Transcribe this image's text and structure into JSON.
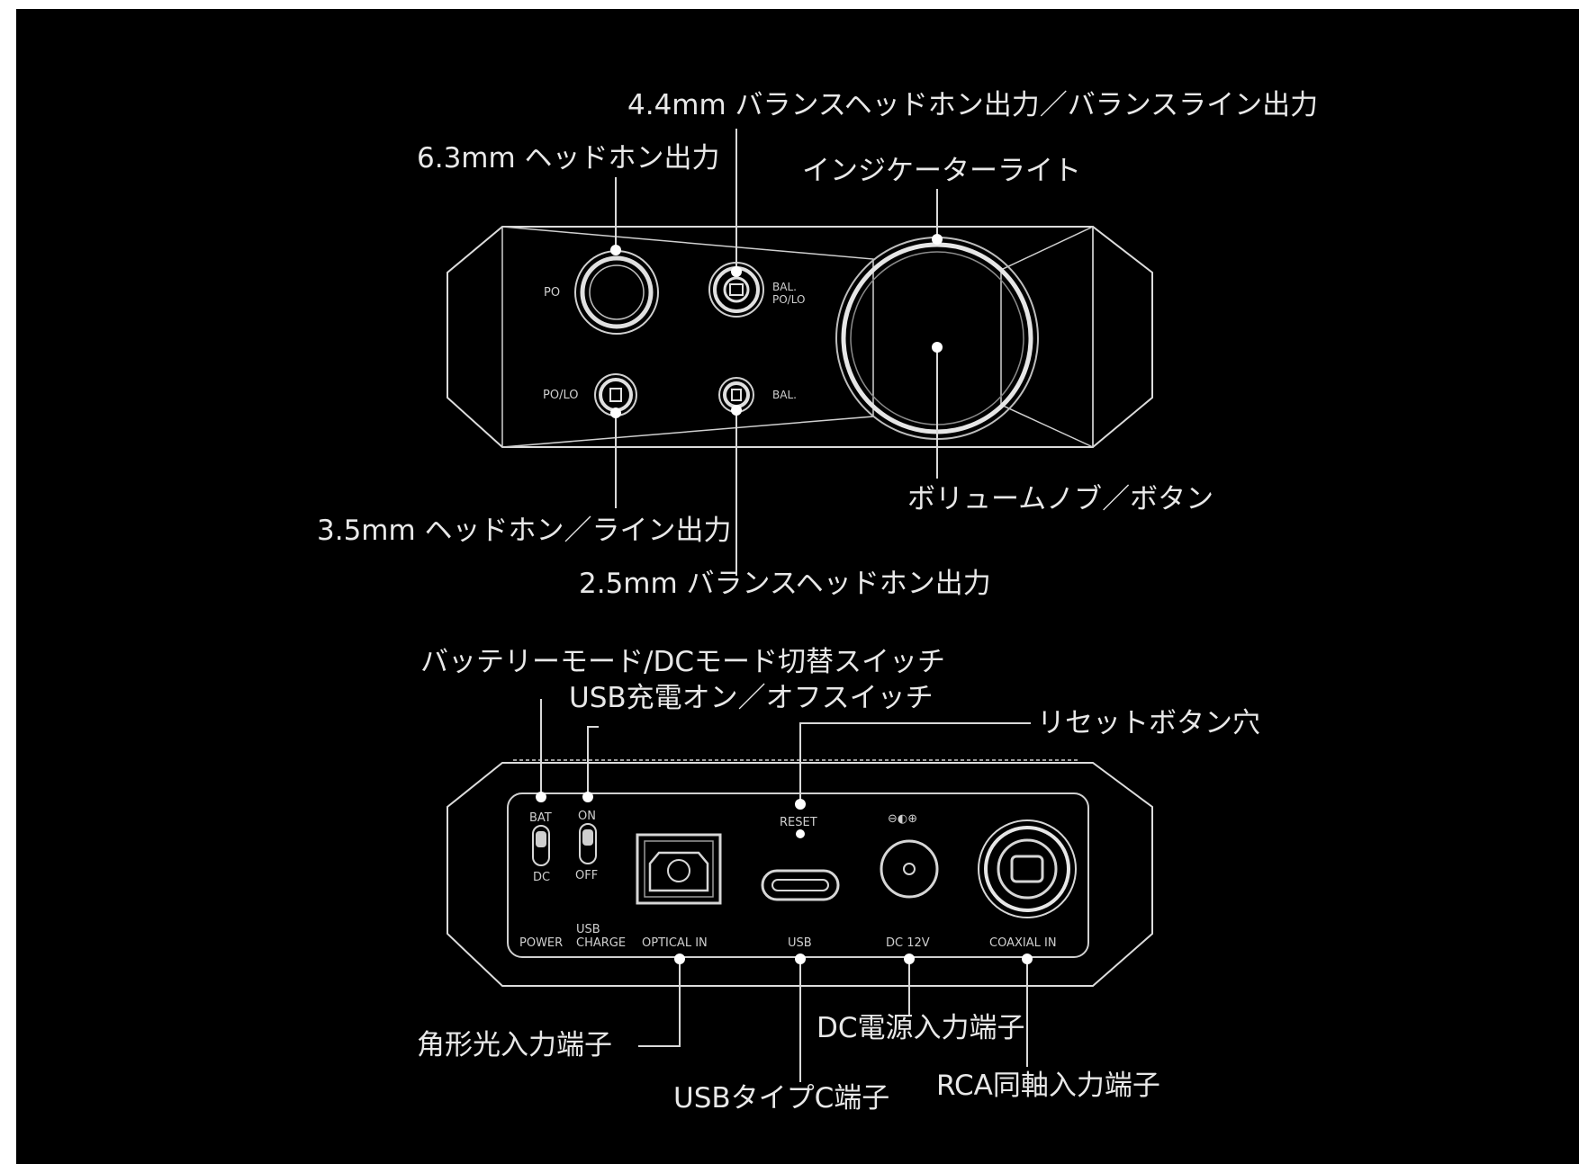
{
  "front": {
    "labels": {
      "po": "PO",
      "polo": "PO/LO",
      "bal_polo_1": "BAL.",
      "bal_polo_2": "PO/LO",
      "bal": "BAL."
    },
    "callouts": {
      "balanced_44": "4.4mm バランスヘッドホン出力／バランスライン出力",
      "headphone_63": "6.3mm ヘッドホン出力",
      "indicator": "インジケーターライト",
      "volume": "ボリュームノブ／ボタン",
      "headphone_35": "3.5mm ヘッドホン／ライン出力",
      "balanced_25": "2.5mm バランスヘッドホン出力"
    }
  },
  "rear": {
    "labels": {
      "bat": "BAT",
      "dc": "DC",
      "on": "ON",
      "off": "OFF",
      "reset": "RESET",
      "dc_symbol": "⊖◐⊕",
      "power": "POWER",
      "usb_charge_1": "USB",
      "usb_charge_2": "CHARGE",
      "optical_in": "OPTICAL  IN",
      "usb": "USB",
      "dc12v": "DC 12V",
      "coaxial_in": "COAXIAL IN"
    },
    "callouts": {
      "battery_switch": "バッテリーモード/DCモード切替スイッチ",
      "usb_charge_switch": "USB充電オン／オフスイッチ",
      "reset_hole": "リセットボタン穴",
      "optical": "角形光入力端子",
      "dc_power": "DC電源入力端子",
      "usb_c": "USBタイプC端子",
      "rca": "RCA同軸入力端子"
    }
  }
}
